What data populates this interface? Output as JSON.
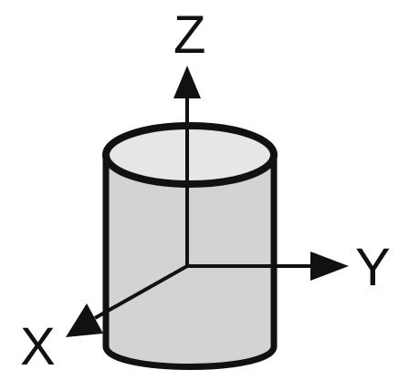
{
  "diagram": {
    "axis_labels": {
      "x": "X",
      "y": "Y",
      "z": "Z"
    },
    "colors": {
      "cylinder_fill": "#d3d3d3",
      "cylinder_top_fill": "#e6e6e6",
      "stroke": "#111111",
      "background": "#ffffff"
    },
    "shape": "cylinder"
  }
}
